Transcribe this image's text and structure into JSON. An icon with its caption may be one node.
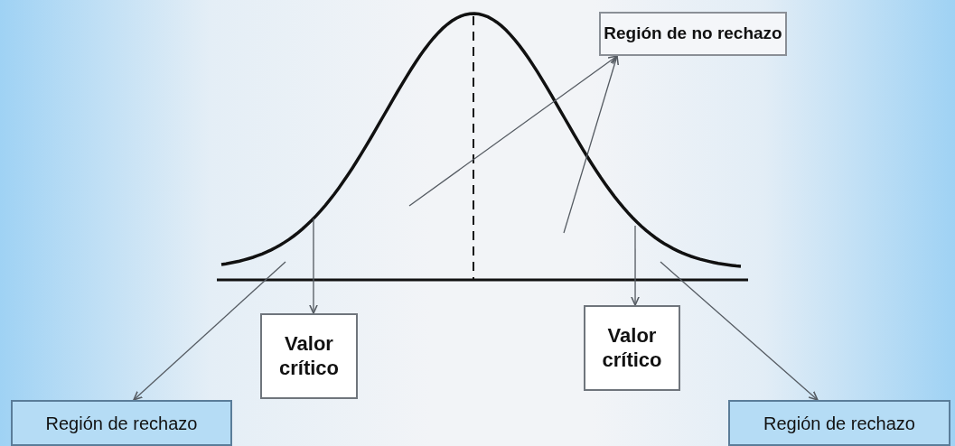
{
  "diagram": {
    "nodes": [
      {
        "text": [
          "Región de no rechazo"
        ]
      },
      {
        "text": [
          "Valor crítico"
        ]
      },
      {
        "text": [
          "Valor crítico"
        ]
      },
      {
        "text": [
          "Región de rechazo"
        ]
      },
      {
        "text": [
          "Región de rechazo"
        ]
      }
    ],
    "edges": [
      {
        "from": null,
        "to": 0,
        "arrow": "to"
      },
      {
        "from": null,
        "to": 0,
        "arrow": "to"
      },
      {
        "from": null,
        "to": 1,
        "arrow": "to"
      },
      {
        "from": null,
        "to": 2,
        "arrow": "to"
      },
      {
        "from": null,
        "to": 3,
        "arrow": "to"
      },
      {
        "from": null,
        "to": 4,
        "arrow": "to"
      }
    ]
  }
}
